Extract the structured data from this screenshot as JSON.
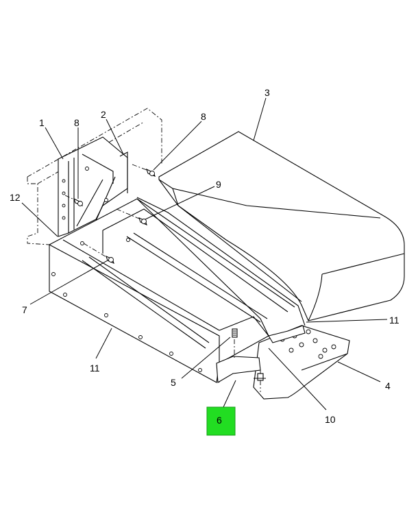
{
  "diagram": {
    "callouts": {
      "c1": "1",
      "c2": "2",
      "c3": "3",
      "c4": "4",
      "c5": "5",
      "c6": "6",
      "c7": "7",
      "c8a": "8",
      "c8b": "8",
      "c9": "9",
      "c10": "10",
      "c11a": "11",
      "c11b": "11",
      "c12": "12"
    },
    "highlight_color": "#22dd22",
    "highlighted_callout": "6"
  }
}
